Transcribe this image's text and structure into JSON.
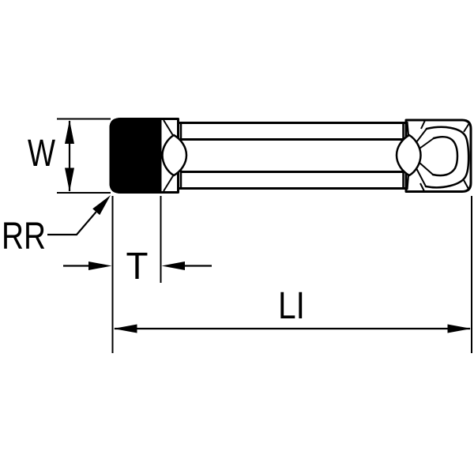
{
  "drawing": {
    "labels": {
      "width": "W",
      "corner_radius": "RR",
      "tip_width": "T",
      "length": "LI"
    },
    "colors": {
      "ink": "#000000",
      "background": "#ffffff",
      "tip_fill": "#000000"
    }
  }
}
